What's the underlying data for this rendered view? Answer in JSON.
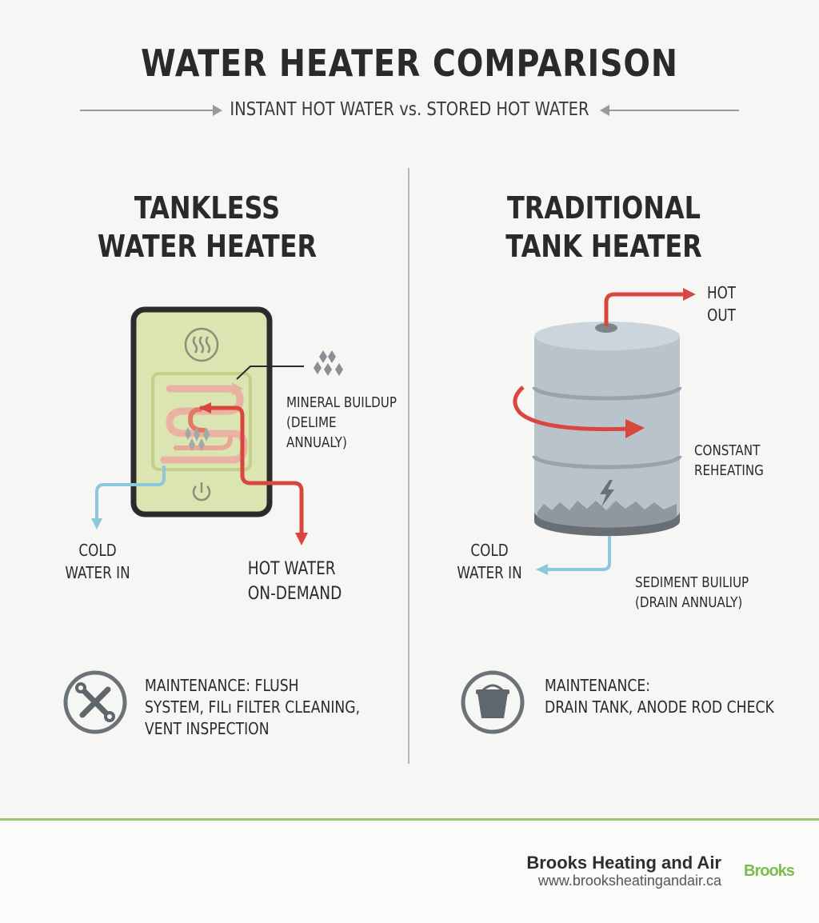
{
  "title": "WATER HEATER COMPARISON",
  "subtitle": "INSTANT HOT WATER vs. STORED HOT WATER",
  "tankless": {
    "heading_line1": "TANKLESS",
    "heading_line2": "WATER HEATER",
    "mineral_line1": "MINERAL BUILDUP",
    "mineral_line2": "(DELIME",
    "mineral_line3": "ANNUALY)",
    "cold_line1": "COLD",
    "cold_line2": "WATER IN",
    "hot_line1": "HOT WATER",
    "hot_line2": "ON-DEMAND",
    "maint_line1": "MAINTENANCE: FLUSH",
    "maint_line2": "SYSTEM, FILı FILTER CLEANING,",
    "maint_line3": "VENT INSPECTION"
  },
  "tank": {
    "heading_line1": "TRADITIONAL",
    "heading_line2": "TANK HEATER",
    "hot_out_line1": "HOT",
    "hot_out_line2": "OUT",
    "reheat_line1": "CONSTANT",
    "reheat_line2": "REHEATING",
    "cold_line1": "COLD",
    "cold_line2": "WATER IN",
    "sediment_line1": "SEDIMENT BUILIUP",
    "sediment_line2": "(DRAIN ANNUALY)",
    "maint_line1": "MAINTENANCE:",
    "maint_line2": "DRAIN TANK, ANODE ROD CHECK"
  },
  "footer": {
    "company": "Brooks Heating and Air",
    "website": "www.brooksheatingandair.ca",
    "logo_text": "Brooks"
  },
  "colors": {
    "hot": "#d9463e",
    "cold": "#8cc7dc",
    "tankless_body": "#dbe5b2",
    "tank_body": "#b9c3cc",
    "accent_green": "#9bc56a"
  },
  "icons": {
    "tankless_maint": "wrench-screwdriver-icon",
    "tank_maint": "bucket-icon",
    "heat": "heat-waves-icon",
    "power": "power-icon",
    "lightning": "lightning-icon"
  }
}
